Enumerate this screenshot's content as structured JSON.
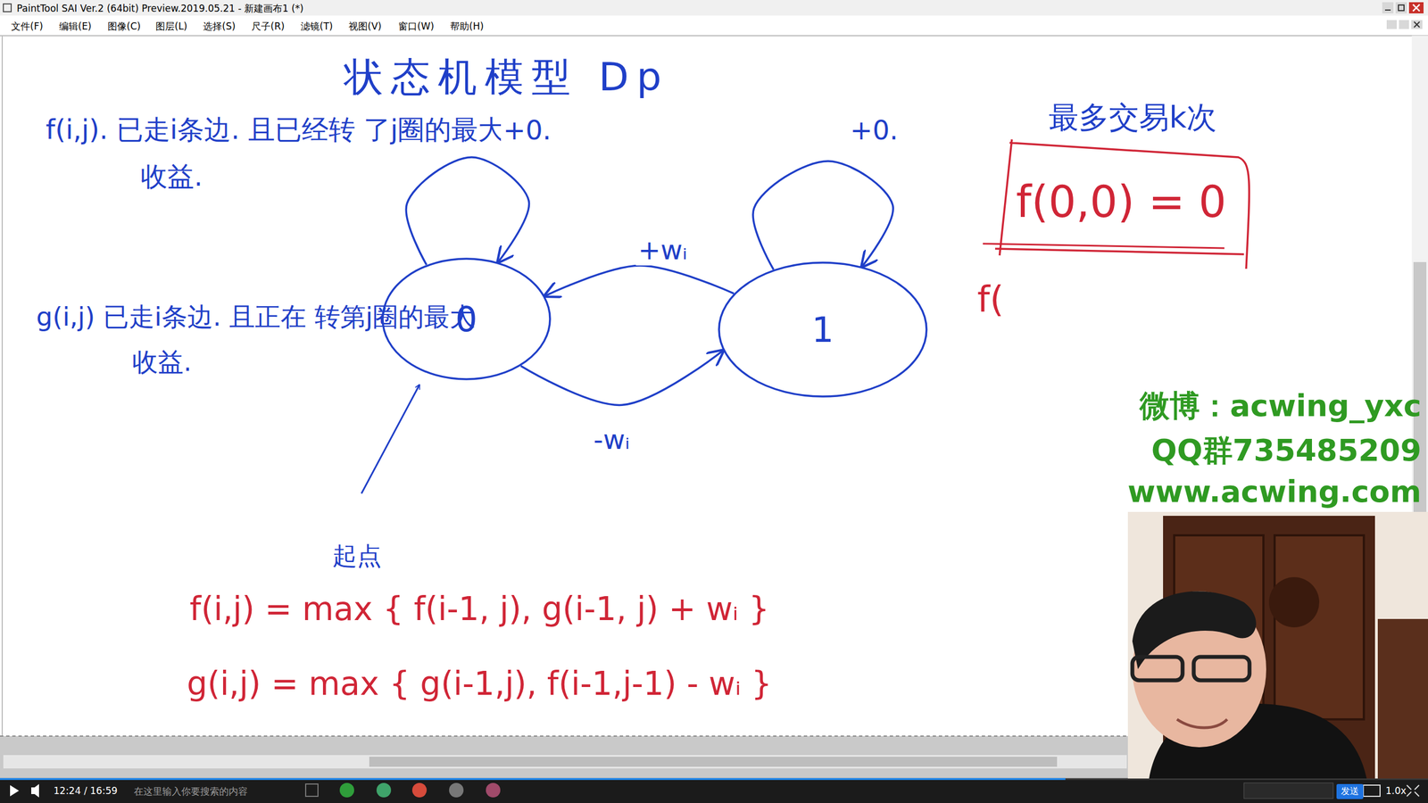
{
  "diagram": {
    "title": "状态机模型 Dp",
    "nodes": [
      {
        "text": [
          "f(0,0) = 0"
        ]
      },
      {
        "text": [
          "0"
        ]
      },
      {
        "text": [
          "1"
        ]
      }
    ],
    "edges": [
      {
        "from": 1,
        "to": 1,
        "label": "+0.",
        "arrow": "to"
      },
      {
        "from": 2,
        "to": 2,
        "label": "+0.",
        "arrow": "to"
      },
      {
        "from": 2,
        "to": 1,
        "label": "+wᵢ",
        "arrow": "to"
      },
      {
        "from": 1,
        "to": 2,
        "label": "-wᵢ",
        "arrow": "to"
      }
    ],
    "labels": [
      "PaintTool SAI Ver.2 (64bit) Preview.2019.05.21 - 新建画布1 (*)",
      "文件(F)",
      "编辑(E)",
      "图像(C)",
      "图层(L)",
      "选择(S)",
      "尺子(R)",
      "滤镜(T)",
      "视图(V)",
      "窗口(W)",
      "帮助(H)",
      "f(i,j). 已走i条边. 且已经转 了j圈的最大收益.",
      "g(i,j) 已走i条边. 且正在 转第j圈的最大收益.",
      "起点",
      "最多交易k次",
      "f(",
      "f(i,j) = max { f(i-1, j), g(i-1, j) + wᵢ }",
      "g(i,j) = max { g(i-1,j), f(i-1,j-1) - wᵢ }",
      "微博：acwing_yxc",
      "QQ群735485209",
      "www.acwing.com",
      "12:24 / 16:59",
      "在这里输入你要搜索的内容",
      "发送",
      "1.0x"
    ]
  }
}
